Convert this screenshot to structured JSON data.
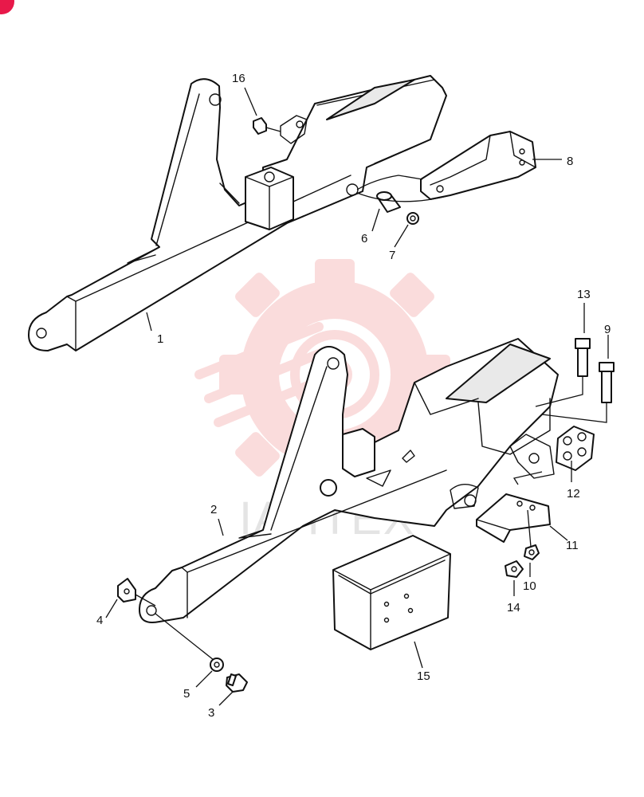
{
  "watermark": {
    "text": "ІАНТЕХ",
    "color": "#f7c0c0"
  },
  "corner_badge": {
    "icon": "red-circle-badge-icon",
    "color": "#e8194a"
  },
  "callouts": [
    {
      "id": "c1",
      "label": "1"
    },
    {
      "id": "c2",
      "label": "2"
    },
    {
      "id": "c3",
      "label": "3"
    },
    {
      "id": "c4",
      "label": "4"
    },
    {
      "id": "c5",
      "label": "5"
    },
    {
      "id": "c6",
      "label": "6"
    },
    {
      "id": "c7",
      "label": "7"
    },
    {
      "id": "c8",
      "label": "8"
    },
    {
      "id": "c9",
      "label": "9"
    },
    {
      "id": "c10",
      "label": "10"
    },
    {
      "id": "c11",
      "label": "11"
    },
    {
      "id": "c12",
      "label": "12"
    },
    {
      "id": "c13",
      "label": "13"
    },
    {
      "id": "c14",
      "label": "14"
    },
    {
      "id": "c15",
      "label": "15"
    },
    {
      "id": "c16",
      "label": "16"
    }
  ]
}
